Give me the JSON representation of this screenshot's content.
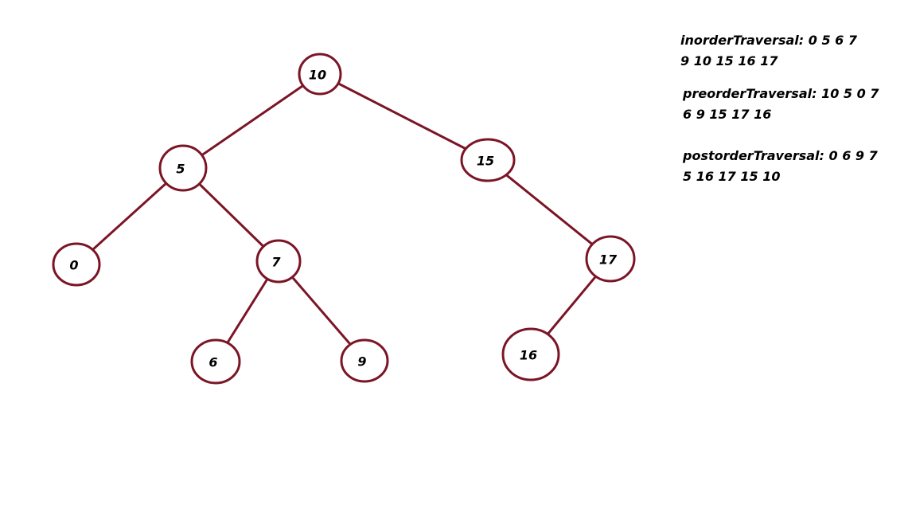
{
  "colors": {
    "edge": "#7b1526",
    "node_border": "#7b1526",
    "text": "#000000",
    "background": "#ffffff"
  },
  "tree": {
    "nodes": [
      {
        "id": "n10",
        "label": "10"
      },
      {
        "id": "n5",
        "label": "5"
      },
      {
        "id": "n15",
        "label": "15"
      },
      {
        "id": "n0",
        "label": "0"
      },
      {
        "id": "n7",
        "label": "7"
      },
      {
        "id": "n17",
        "label": "17"
      },
      {
        "id": "n6",
        "label": "6"
      },
      {
        "id": "n9",
        "label": "9"
      },
      {
        "id": "n16",
        "label": "16"
      }
    ],
    "edges": [
      {
        "from": "n10",
        "to": "n5"
      },
      {
        "from": "n10",
        "to": "n15"
      },
      {
        "from": "n5",
        "to": "n0"
      },
      {
        "from": "n5",
        "to": "n7"
      },
      {
        "from": "n7",
        "to": "n6"
      },
      {
        "from": "n7",
        "to": "n9"
      },
      {
        "from": "n15",
        "to": "n17"
      },
      {
        "from": "n17",
        "to": "n16"
      }
    ]
  },
  "traversals": {
    "inorder": {
      "line1": "inorderTraversal: 0 5 6 7",
      "line2": "9 10 15 16 17"
    },
    "preorder": {
      "line1": "preorderTraversal: 10 5 0 7",
      "line2": "6 9 15 17 16"
    },
    "postorder": {
      "line1": "postorderTraversal: 0 6 9 7",
      "line2": "5 16 17 15 10"
    }
  }
}
